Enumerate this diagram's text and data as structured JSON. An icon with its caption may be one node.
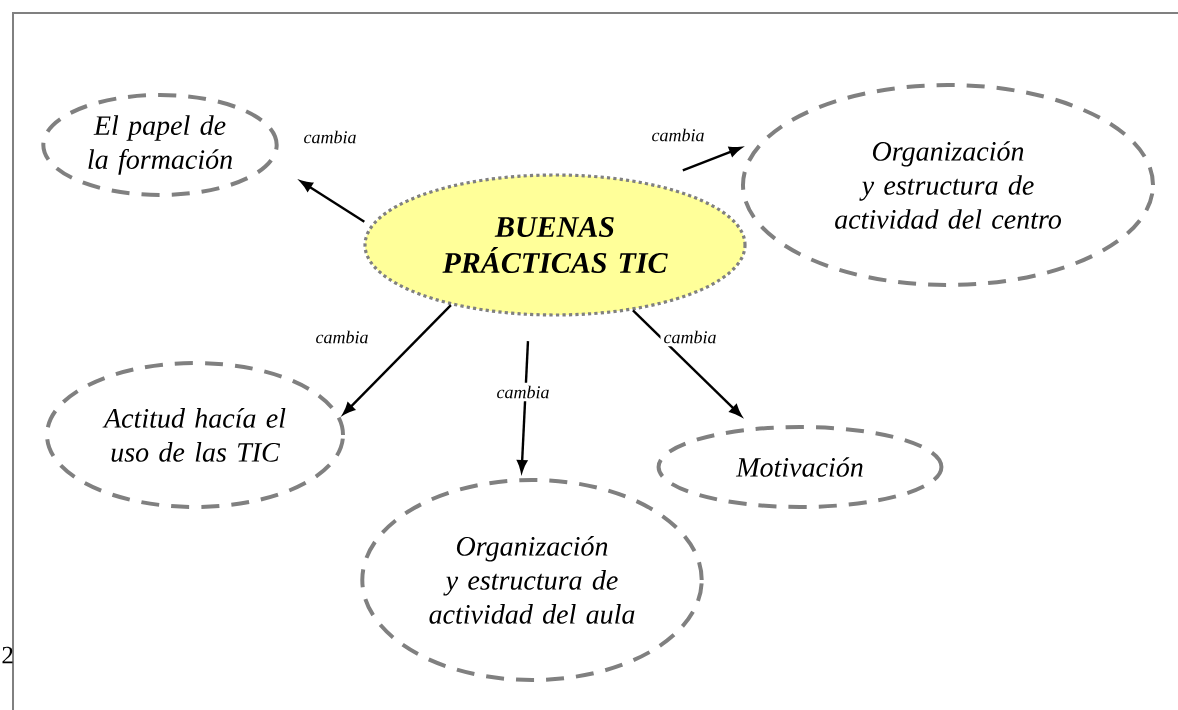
{
  "diagram": {
    "nodes": [
      {
        "text": [
          "BUENAS PRÁCTICAS TIC"
        ]
      },
      {
        "text": [
          "El papel de la formación"
        ]
      },
      {
        "text": [
          "Organización y estructura de actividad del centro"
        ]
      },
      {
        "text": [
          "Actitud hacía el uso de las TIC"
        ]
      },
      {
        "text": [
          "Organización y estructura de actividad del aula"
        ]
      },
      {
        "text": [
          "Motivación"
        ]
      }
    ],
    "edges": [
      {
        "from": 0,
        "to": 1,
        "arrow": "to",
        "label": "cambia"
      },
      {
        "from": 0,
        "to": 2,
        "arrow": "to",
        "label": "cambia"
      },
      {
        "from": 0,
        "to": 3,
        "arrow": "to",
        "label": "cambia"
      },
      {
        "from": 0,
        "to": 4,
        "arrow": "to",
        "label": "cambia"
      },
      {
        "from": 0,
        "to": 5,
        "arrow": "to",
        "label": "cambia"
      }
    ],
    "labels": [
      "2"
    ]
  }
}
